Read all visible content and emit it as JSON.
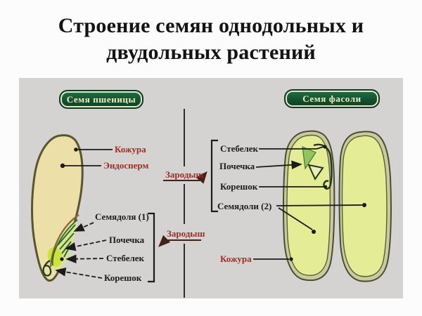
{
  "title": {
    "line1": "Строение семян однодольных и",
    "line2": "двудольных растений"
  },
  "wheat": {
    "header": "Семя пшеницы",
    "labels": {
      "seed_coat": "Кожура",
      "endosperm": "Эндосперм",
      "cotyledon": "Семядоля (1)",
      "bud": "Почечка",
      "stem": "Стебелек",
      "root": "Корешок",
      "embryo": "Зародыш"
    }
  },
  "bean": {
    "header": "Семя фасоли",
    "labels": {
      "stem": "Стебелек",
      "bud": "Почечка",
      "root": "Корешок",
      "cotyledons": "Семядоли (2)",
      "seed_coat": "Кожура",
      "embryo": "Зародыш"
    }
  },
  "colors": {
    "label_red": "#9b2d23",
    "label_black": "#1b1b1b",
    "badge_green": "#14522f",
    "badge_text": "#f0edc2",
    "panel_gray": "#d4d3d1",
    "wheat_seed_fill": "#ecdfa8",
    "bean_fill": "#e4ec95",
    "embryo_bright_green": "#cde23f"
  }
}
